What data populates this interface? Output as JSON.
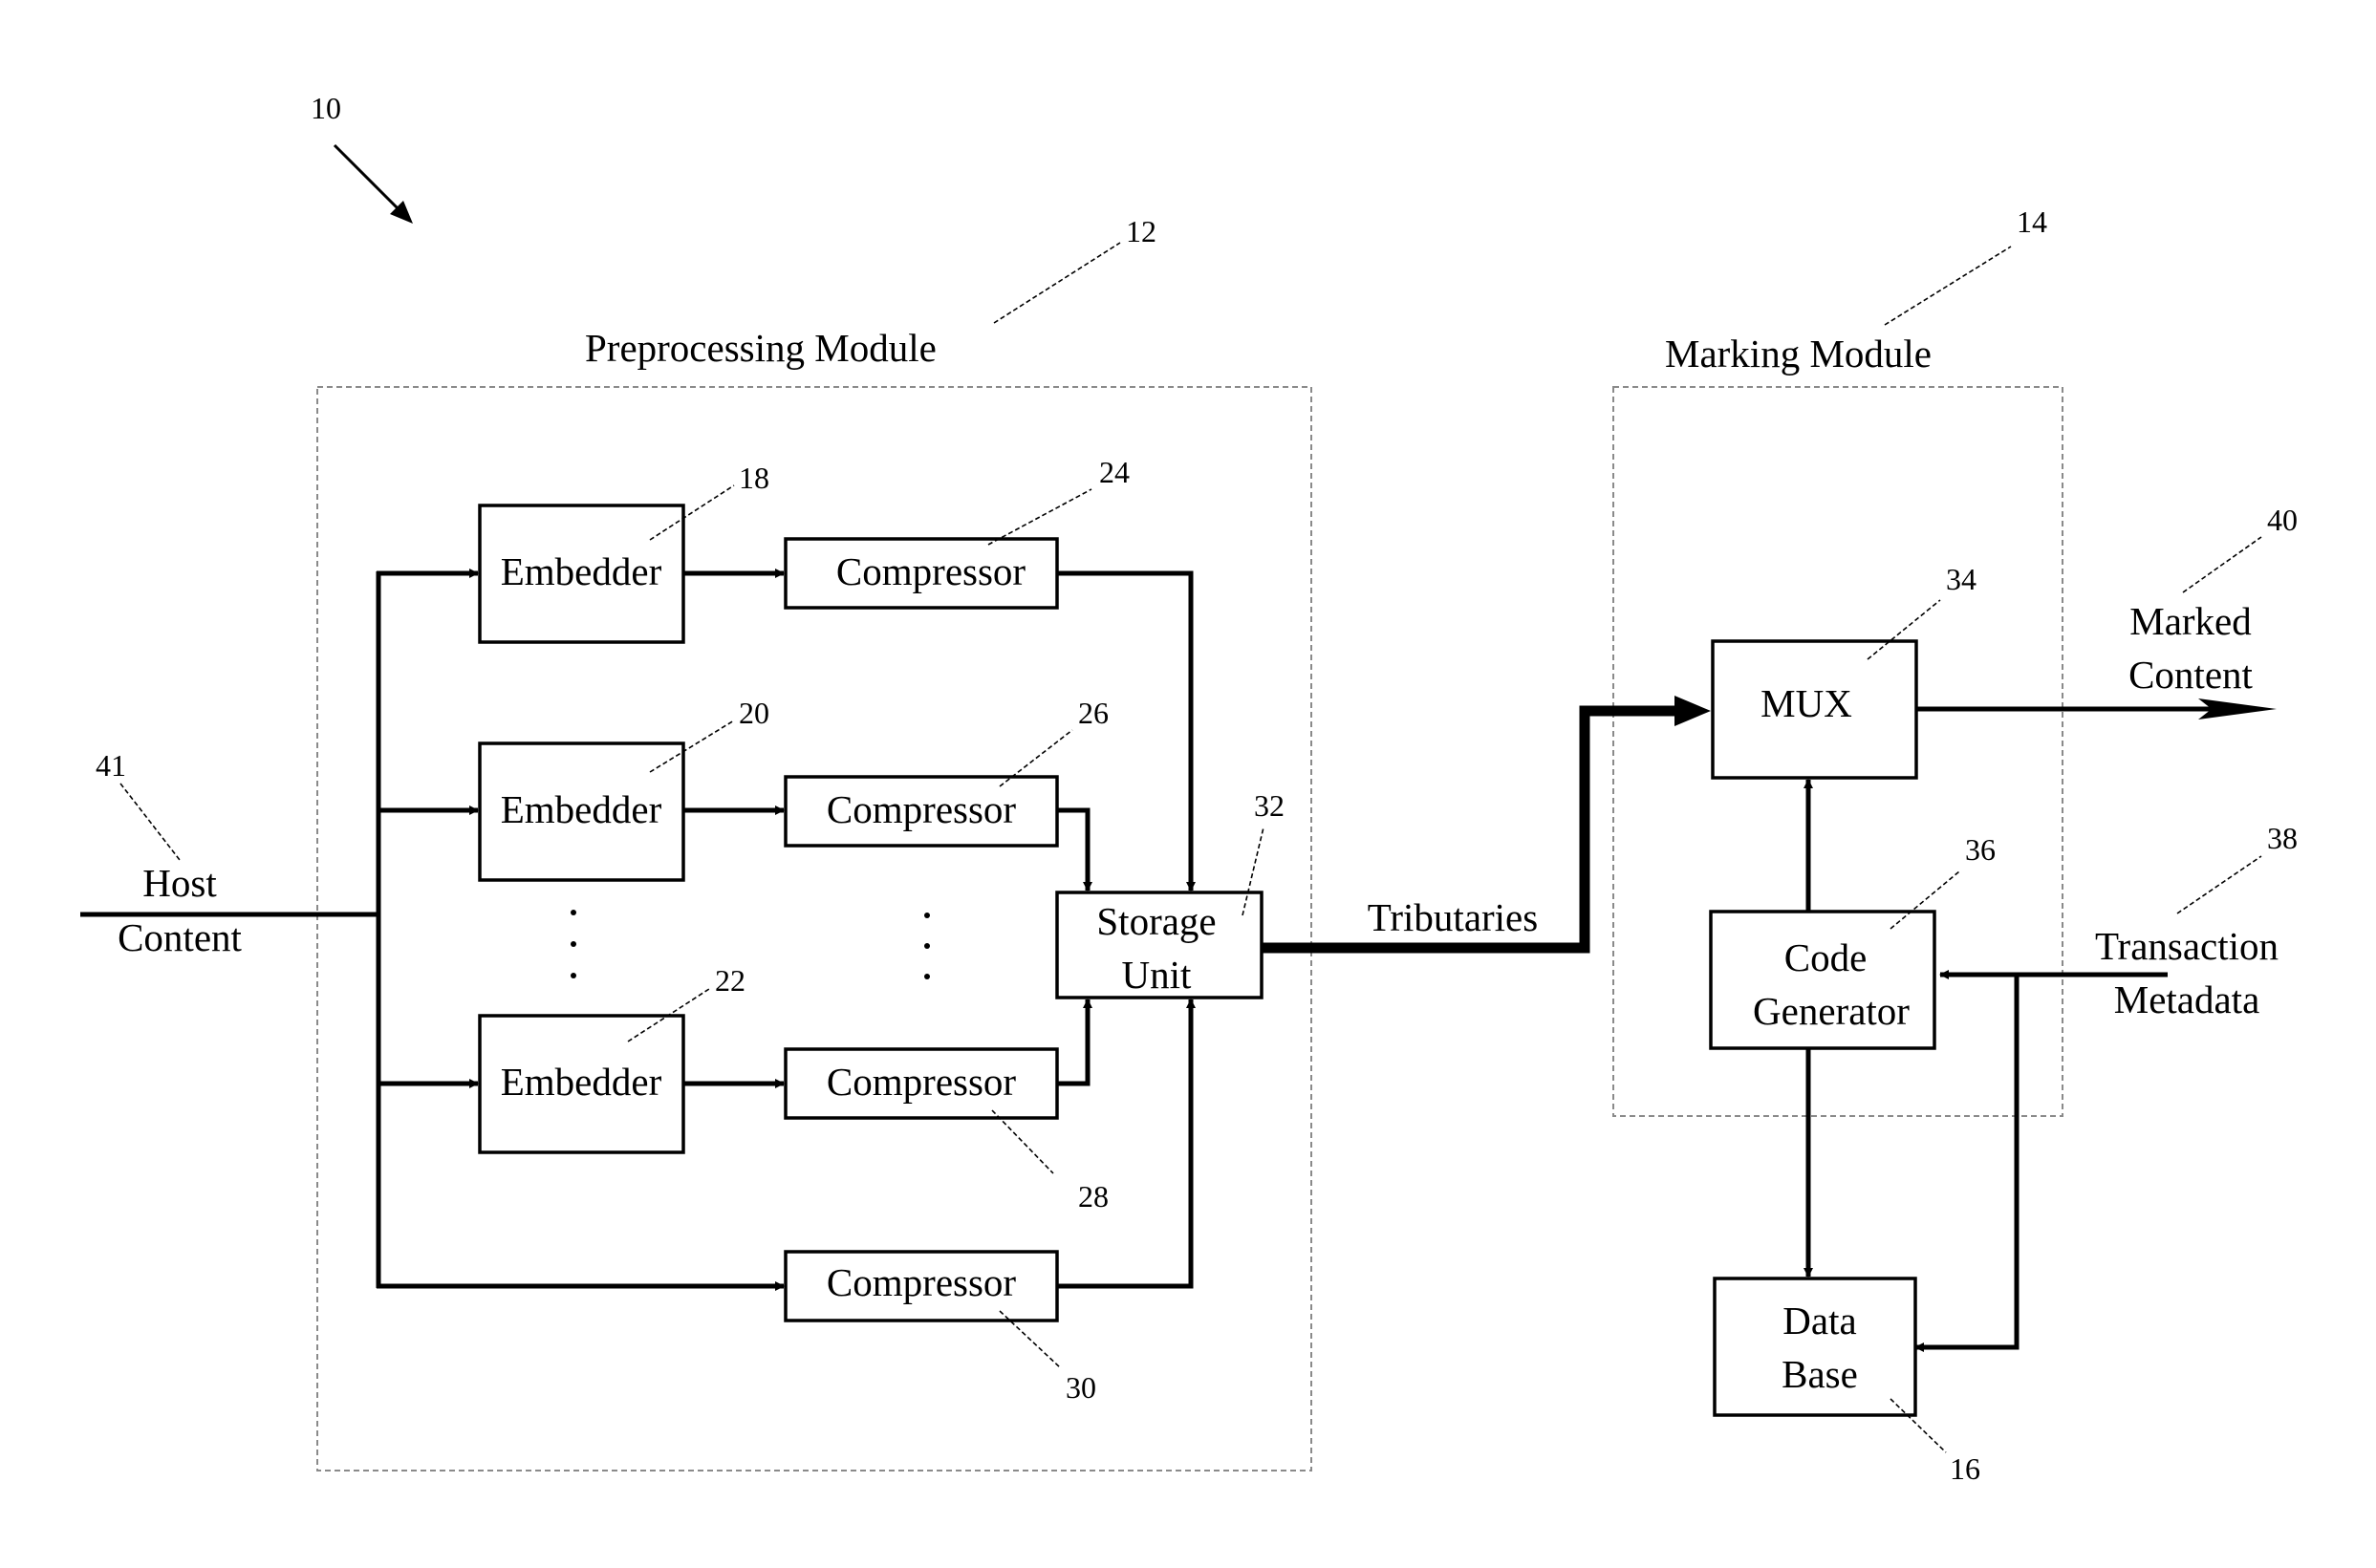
{
  "figure": {
    "ref_system": "10",
    "preprocessing_module": {
      "title": "Preprocessing Module",
      "ref": "12"
    },
    "marking_module": {
      "title": "Marking Module",
      "ref": "14"
    },
    "host_content": {
      "line1": "Host",
      "line2": "Content",
      "ref": "41"
    },
    "embedders": [
      {
        "label": "Embedder",
        "ref": "18"
      },
      {
        "label": "Embedder",
        "ref": "20"
      },
      {
        "label": "Embedder",
        "ref": "22"
      }
    ],
    "compressors": [
      {
        "label": "Compressor",
        "ref": "24"
      },
      {
        "label": "Compressor",
        "ref": "26"
      },
      {
        "label": "Compressor",
        "ref": "28"
      },
      {
        "label": "Compressor",
        "ref": "30"
      }
    ],
    "storage_unit": {
      "line1": "Storage",
      "line2": "Unit",
      "ref": "32"
    },
    "tributaries_label": "Tributaries",
    "mux": {
      "label": "MUX",
      "ref": "34"
    },
    "code_generator": {
      "line1": "Code",
      "line2": "Generator",
      "ref": "36"
    },
    "database": {
      "line1": "Data",
      "line2": "Base",
      "ref": "16"
    },
    "marked_content": {
      "line1": "Marked",
      "line2": "Content",
      "ref": "40"
    },
    "transaction_metadata": {
      "line1": "Transaction",
      "line2": "Metadata",
      "ref": "38"
    }
  }
}
